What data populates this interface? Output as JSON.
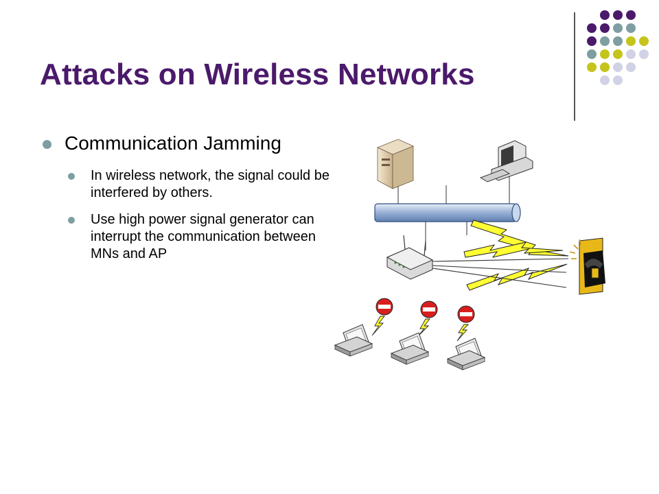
{
  "slide": {
    "title": "Attacks on Wireless Networks",
    "bullet": "Communication Jamming",
    "sub_bullets": [
      "In wireless network, the signal could be interfered by others.",
      "Use high power signal generator can interrupt the communication between MNs and AP"
    ]
  },
  "colors": {
    "title": "#4B1A6B",
    "bullet": "#7E9EA1",
    "dot_purple": "#4B1A6B",
    "dot_teal": "#7E9EA1",
    "dot_olive": "#C4C41A",
    "dot_lavender": "#D2D2E6",
    "lightning": "#FFFF33",
    "stop_sign": "#D81E1E"
  },
  "icons": [
    "server-icon",
    "desktop-computer-icon",
    "network-bus-icon",
    "access-point-icon",
    "laptop-icon",
    "stop-sign-icon",
    "lightning-icon",
    "jammer-device-icon"
  ]
}
